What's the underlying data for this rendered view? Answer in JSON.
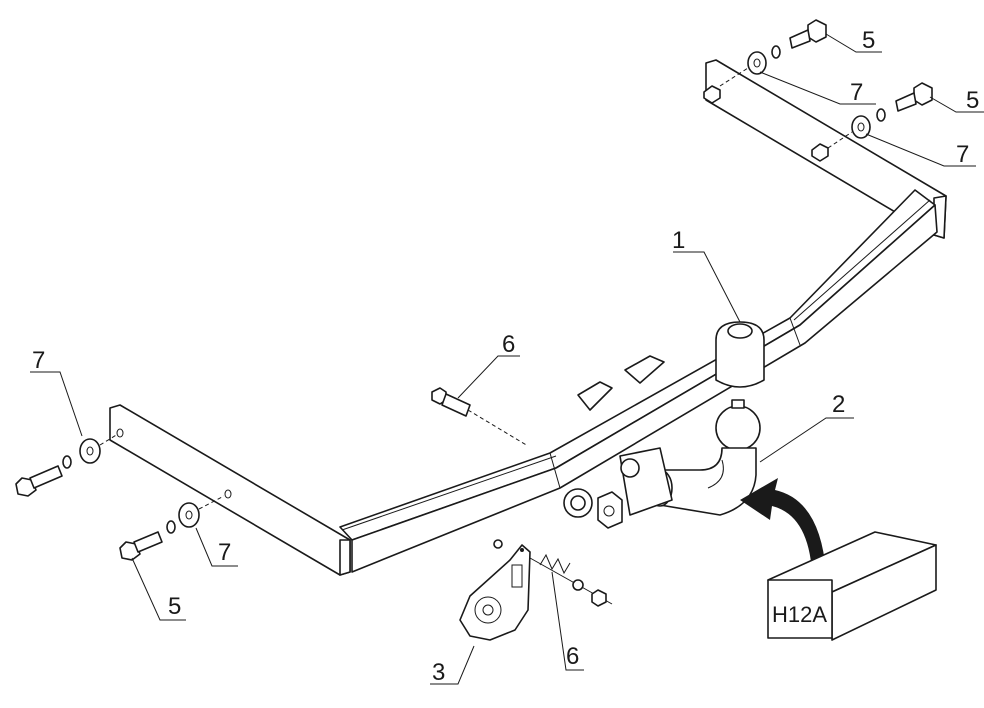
{
  "callouts": {
    "tow_ball": "1",
    "ball_neck": "2",
    "socket_plate": "3",
    "bolt_top_a": "5",
    "bolt_top_b": "5",
    "bolt_bottom_left": "5",
    "pin_center": "6",
    "pin_spring": "6",
    "washer_top_a": "7",
    "washer_top_b": "7",
    "washer_left_top": "7",
    "washer_left_bottom": "7"
  },
  "model_box": {
    "label": "H12A"
  }
}
